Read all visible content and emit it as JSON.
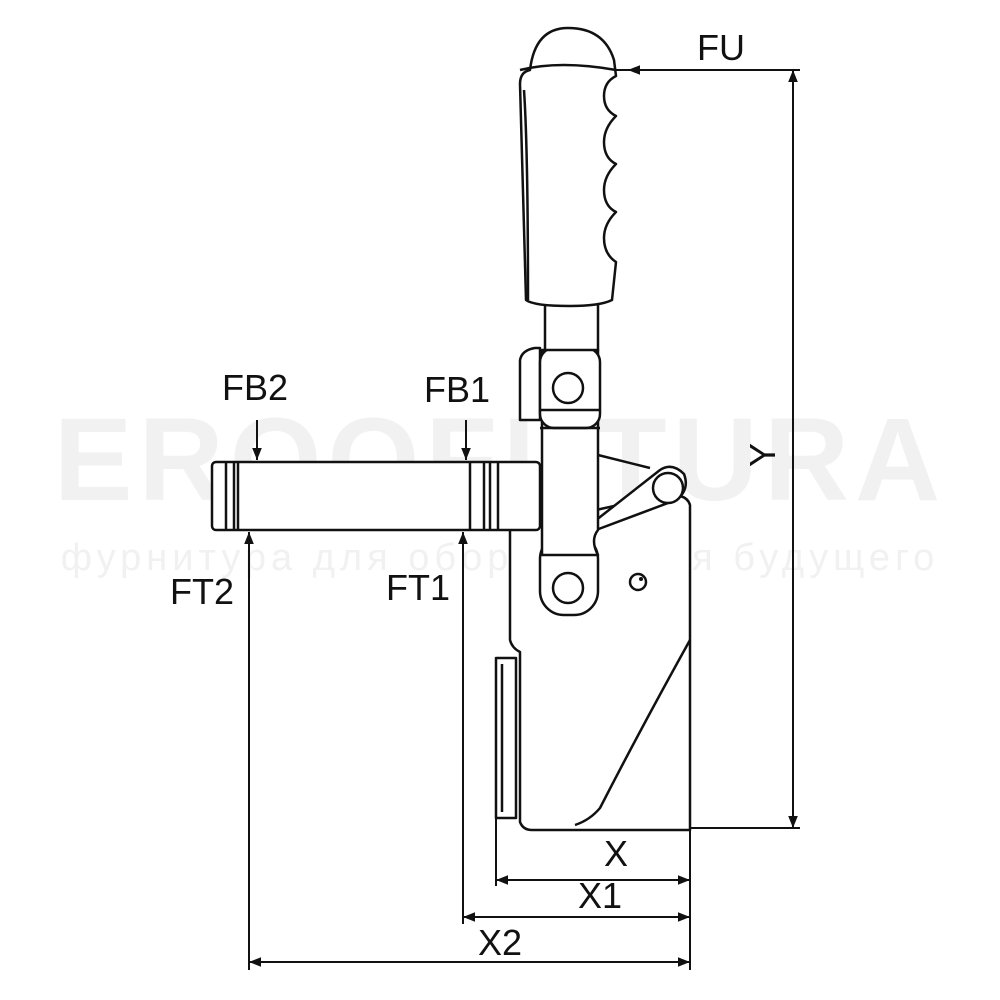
{
  "labels": {
    "fu": "FU",
    "fb2": "FB2",
    "fb1": "FB1",
    "ft2": "FT2",
    "ft1": "FT1",
    "y": "Y",
    "x": "X",
    "x1": "X1",
    "x2": "X2"
  },
  "watermark": {
    "title": "EROOFUTURA",
    "subtitle": "фурнитура для оборудования будущего"
  },
  "colors": {
    "line": "#111111",
    "background": "#ffffff",
    "watermark": "#f1f1f1"
  }
}
